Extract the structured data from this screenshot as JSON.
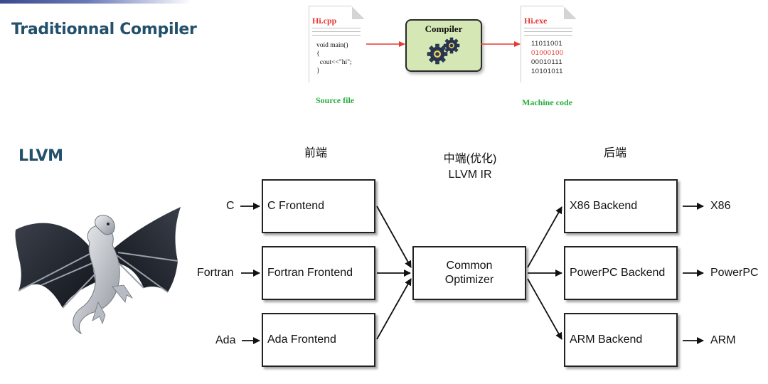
{
  "traditional": {
    "title": "Traditionnal Compiler",
    "source_doc": {
      "filename": "Hi.cpp",
      "code_lines": [
        "void main()",
        "{",
        "  cout<<\"hi\";",
        "}"
      ],
      "caption": "Source file"
    },
    "compiler": {
      "label": "Compiler",
      "icon": "gears-icon"
    },
    "machine_doc": {
      "filename": "Hi.exe",
      "bit_lines": [
        "11011001",
        "01000100",
        "00010111",
        "10101011"
      ],
      "highlight_line": 1,
      "caption": "Machine code"
    },
    "colors": {
      "filename": "#e53935",
      "caption": "#27ae3c",
      "compiler_fill": "#d4e7b4",
      "arrow": "#e53935"
    }
  },
  "llvm": {
    "title": "LLVM",
    "logo": "llvm-dragon-logo",
    "headers": {
      "frontend": "前端",
      "middle": "中端(优化)",
      "middle_sub": "LLVM IR",
      "backend": "后端"
    },
    "inputs": [
      "C",
      "Fortran",
      "Ada"
    ],
    "frontends": [
      "C Frontend",
      "Fortran Frontend",
      "Ada Frontend"
    ],
    "optimizer": [
      "Common",
      "Optimizer"
    ],
    "backends": [
      "X86 Backend",
      "PowerPC Backend",
      "ARM Backend"
    ],
    "outputs": [
      "X86",
      "PowerPC",
      "ARM"
    ],
    "colors": {
      "title": "#23506b",
      "box_border": "#222222"
    }
  }
}
